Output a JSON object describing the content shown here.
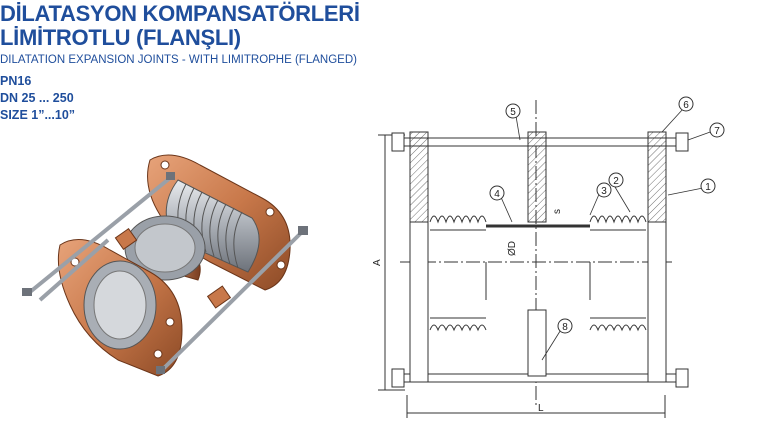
{
  "header": {
    "title_line1": "DİLATASYON KOMPANSATÖRLERİ",
    "title_line2": "LİMİTROTLU (FLANŞLI)",
    "subtitle": "DILATATION EXPANSION JOINTS - WITH LIMITROPHE (FLANGED)"
  },
  "specs": {
    "pressure": "PN16",
    "dn_range": "DN 25 ... 250",
    "size_range": "SIZE 1”...10”"
  },
  "drawing": {
    "part_numbers": [
      "1",
      "2",
      "3",
      "4",
      "5",
      "6",
      "7",
      "8"
    ],
    "dim_length": "L",
    "dim_height": "A",
    "dim_diameter": "ØD",
    "dim_thickness": "s"
  },
  "colors": {
    "brand_blue": "#1f4e9c",
    "flange_copper": "#c8784a",
    "bellows_steel": "#b8bcc2"
  }
}
